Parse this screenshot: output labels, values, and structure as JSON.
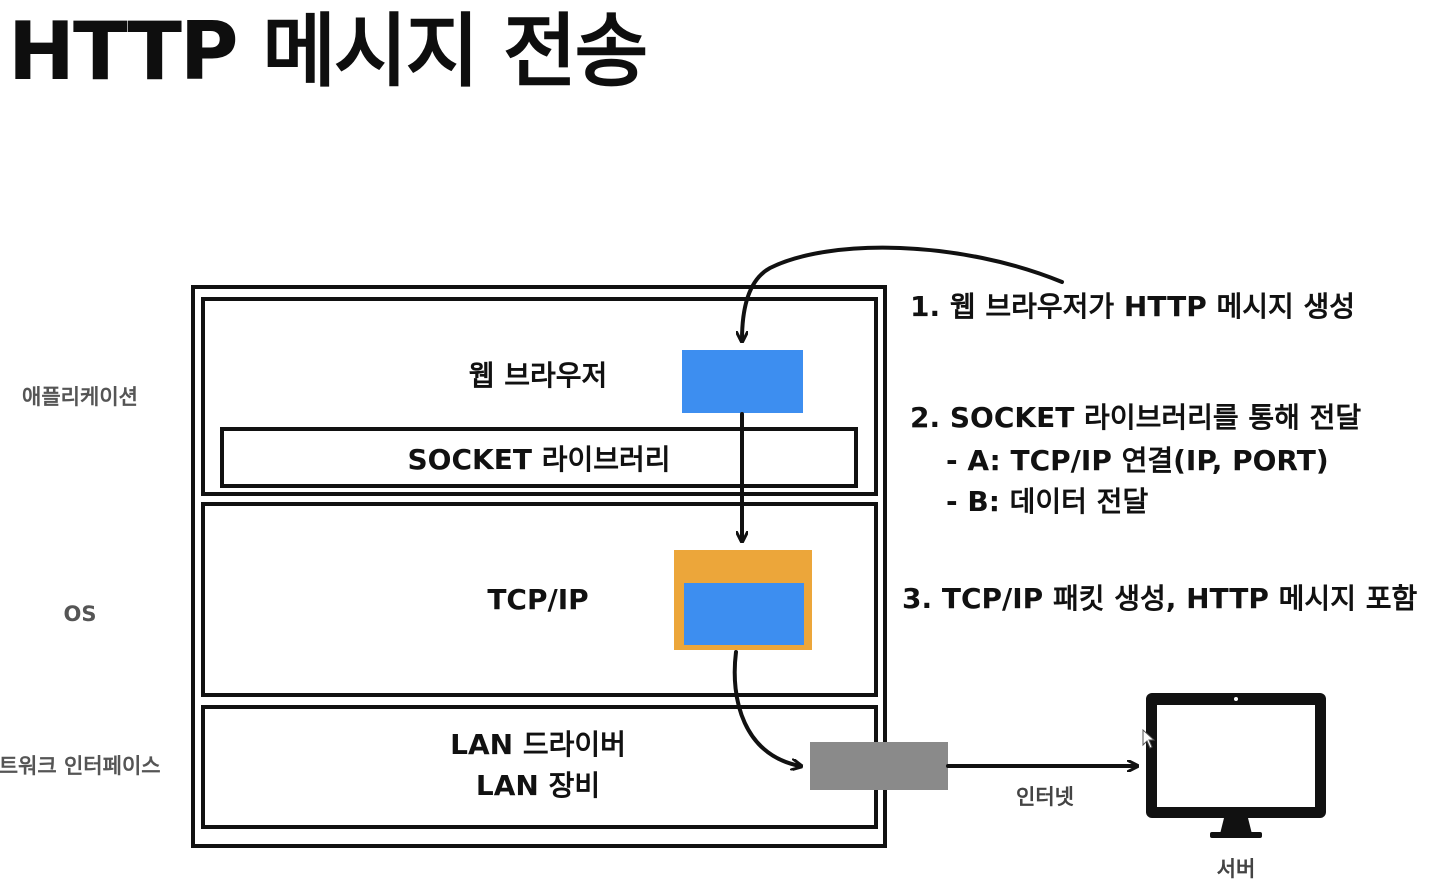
{
  "title": "HTTP 메시지 전송",
  "layers": {
    "application": "애플리케이션",
    "os": "OS",
    "network": "네트워크 인터페이스"
  },
  "boxes": {
    "browser": "웹 브라우저",
    "socket": "SOCKET 라이브러리",
    "tcpip": "TCP/IP",
    "lan_driver": "LAN 드라이버",
    "lan_device": "LAN 장비"
  },
  "steps": {
    "step1": "1. 웹 브라우저가 HTTP 메시지 생성",
    "step2": "2. SOCKET 라이브러리를 통해 전달",
    "step2a": "- A: TCP/IP 연결(IP, PORT)",
    "step2b": "- B: 데이터 전달",
    "step3": "3. TCP/IP 패킷 생성, HTTP 메시지 포함"
  },
  "labels": {
    "internet": "인터넷",
    "server": "서버"
  },
  "colors": {
    "message": "#3d8ef0",
    "packet": "#eca63a",
    "lan_device": "#8a8a8a",
    "line": "#111111"
  },
  "icons": {
    "server": "monitor-icon"
  }
}
